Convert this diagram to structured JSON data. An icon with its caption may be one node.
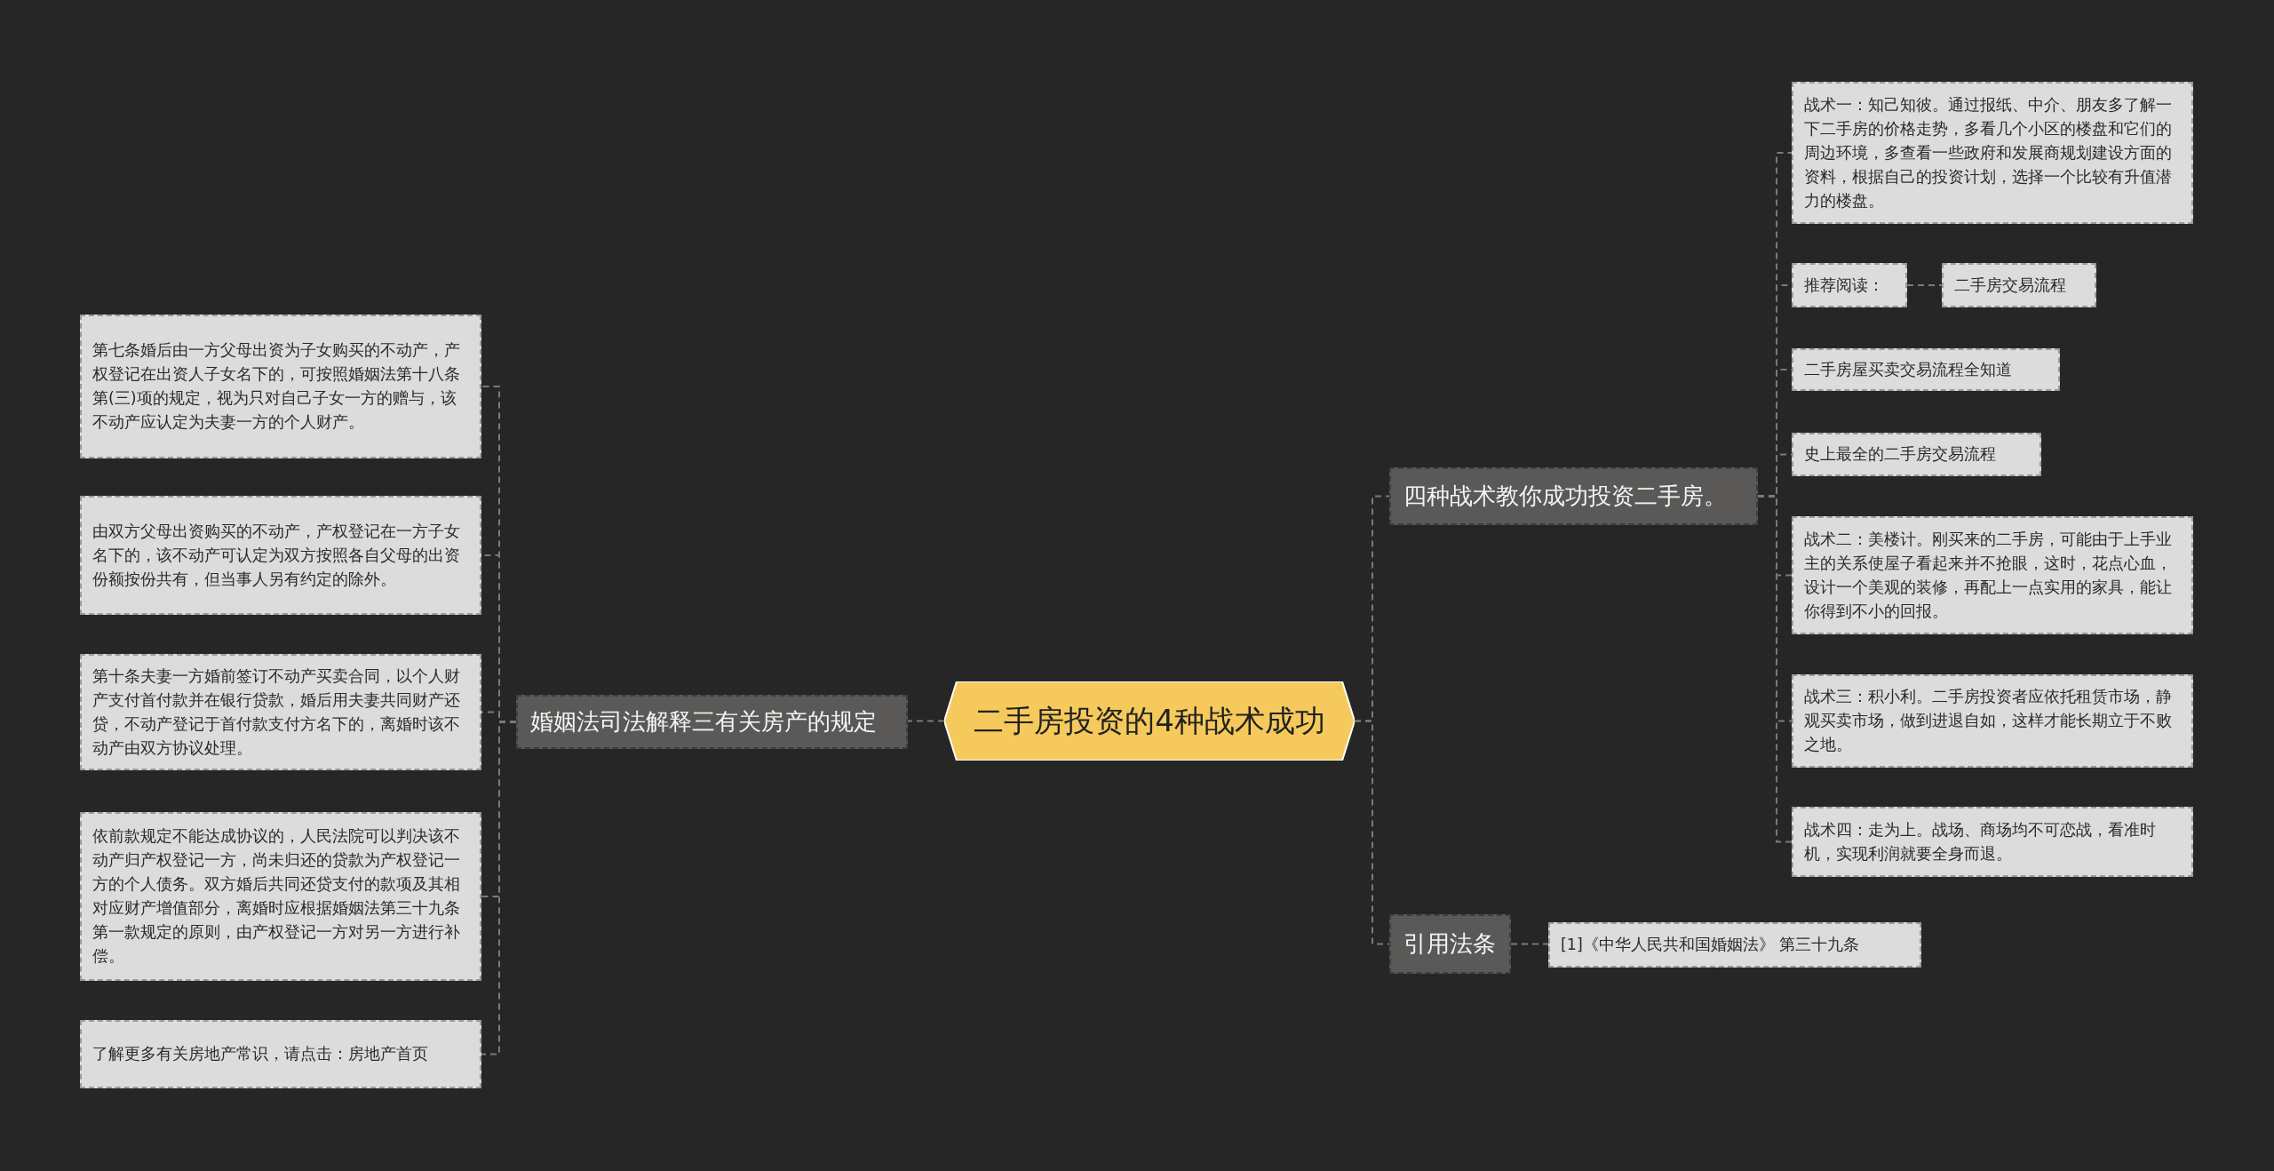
{
  "diagram": {
    "nodes": [
      {
        "text": [
          "二手房投资的4种战术成功"
        ]
      },
      {
        "text": [
          "婚姻法司法解释三有关房产的规定"
        ]
      },
      {
        "text": [
          "第七条婚后由一方父母出资为子女购买的不动产，产权登记在出资人子女名下的，可按照婚姻法第十八条第(三)项的规定，视为只对自己子女一方的赠与，该不动产应认定为夫妻一方的个人财产。"
        ]
      },
      {
        "text": [
          "由双方父母出资购买的不动产，产权登记在一方子女名下的，该不动产可认定为双方按照各自父母的出资份额按份共有，但当事人另有约定的除外。"
        ]
      },
      {
        "text": [
          "第十条夫妻一方婚前签订不动产买卖合同，以个人财产支付首付款并在银行贷款，婚后用夫妻共同财产还贷，不动产登记于首付款支付方名下的，离婚时该不动产由双方协议处理。"
        ]
      },
      {
        "text": [
          "依前款规定不能达成协议的，人民法院可以判决该不动产归产权登记一方，尚未归还的贷款为产权登记一方的个人债务。双方婚后共同还贷支付的款项及其相对应财产增值部分，离婚时应根据婚姻法第三十九条第一款规定的原则，由产权登记一方对另一方进行补偿。"
        ]
      },
      {
        "text": [
          "了解更多有关房地产常识，请点击：房地产首页"
        ]
      },
      {
        "text": [
          "四种战术教你成功投资二手房。"
        ]
      },
      {
        "text": [
          "战术一：知己知彼。通过报纸、中介、朋友多了解一下二手房的价格走势，多看几个小区的楼盘和它们的周边环境，多查看一些政府和发展商规划建设方面的资料，根据自己的投资计划，选择一个比较有升值潜力的楼盘。"
        ]
      },
      {
        "text": [
          "推荐阅读："
        ]
      },
      {
        "text": [
          "二手房交易流程"
        ]
      },
      {
        "text": [
          "二手房屋买卖交易流程全知道"
        ]
      },
      {
        "text": [
          "史上最全的二手房交易流程"
        ]
      },
      {
        "text": [
          "战术二：美楼计。刚买来的二手房，可能由于上手业主的关系使屋子看起来并不抢眼，这时，花点心血，设计一个美观的装修，再配上一点实用的家具，能让你得到不小的回报。"
        ]
      },
      {
        "text": [
          "战术三：积小利。二手房投资者应依托租赁市场，静观买卖市场，做到进退自如，这样才能长期立于不败之地。"
        ]
      },
      {
        "text": [
          "战术四：走为上。战场、商场均不可恋战，看准时机，实现利润就要全身而退。"
        ]
      },
      {
        "text": [
          "引用法条"
        ]
      },
      {
        "text": [
          "[1]《中华人民共和国婚姻法》 第三十九条"
        ]
      }
    ],
    "edges": [
      {
        "from": 0,
        "to": 1,
        "arrow": "none"
      },
      {
        "from": 1,
        "to": 2,
        "arrow": "none"
      },
      {
        "from": 1,
        "to": 3,
        "arrow": "none"
      },
      {
        "from": 1,
        "to": 4,
        "arrow": "none"
      },
      {
        "from": 1,
        "to": 5,
        "arrow": "none"
      },
      {
        "from": 1,
        "to": 6,
        "arrow": "none"
      },
      {
        "from": 0,
        "to": 7,
        "arrow": "none"
      },
      {
        "from": 7,
        "to": 8,
        "arrow": "none"
      },
      {
        "from": 7,
        "to": 9,
        "arrow": "none"
      },
      {
        "from": 9,
        "to": 10,
        "arrow": "none"
      },
      {
        "from": 7,
        "to": 11,
        "arrow": "none"
      },
      {
        "from": 7,
        "to": 12,
        "arrow": "none"
      },
      {
        "from": 7,
        "to": 13,
        "arrow": "none"
      },
      {
        "from": 7,
        "to": 14,
        "arrow": "none"
      },
      {
        "from": 7,
        "to": 15,
        "arrow": "none"
      },
      {
        "from": 0,
        "to": 16,
        "arrow": "none"
      },
      {
        "from": 16,
        "to": 17,
        "arrow": "none"
      }
    ]
  }
}
